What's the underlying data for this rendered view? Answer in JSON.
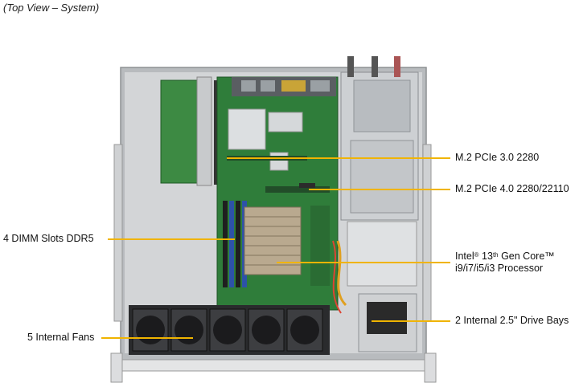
{
  "caption": "(Top View – System)",
  "callouts": {
    "m2_pcie3": "M.2 PCIe 3.0 2280",
    "m2_pcie4": "M.2 PCIe 4.0 2280/22110",
    "dimm": "4 DIMM Slots DDR5",
    "cpu_line1_a": "Intel",
    "cpu_line1_reg": "®",
    "cpu_line1_b": " 13",
    "cpu_line1_th": "th",
    "cpu_line1_c": " Gen Core™",
    "cpu_line2": "i9/i7/i5/i3 Processor",
    "drives": "2 Internal  2.5\" Drive Bays",
    "fans": "5 Internal  Fans"
  },
  "colors": {
    "leader": "#f0b400",
    "board": "#2f7d3a",
    "chassis": "#c9cbcd"
  }
}
